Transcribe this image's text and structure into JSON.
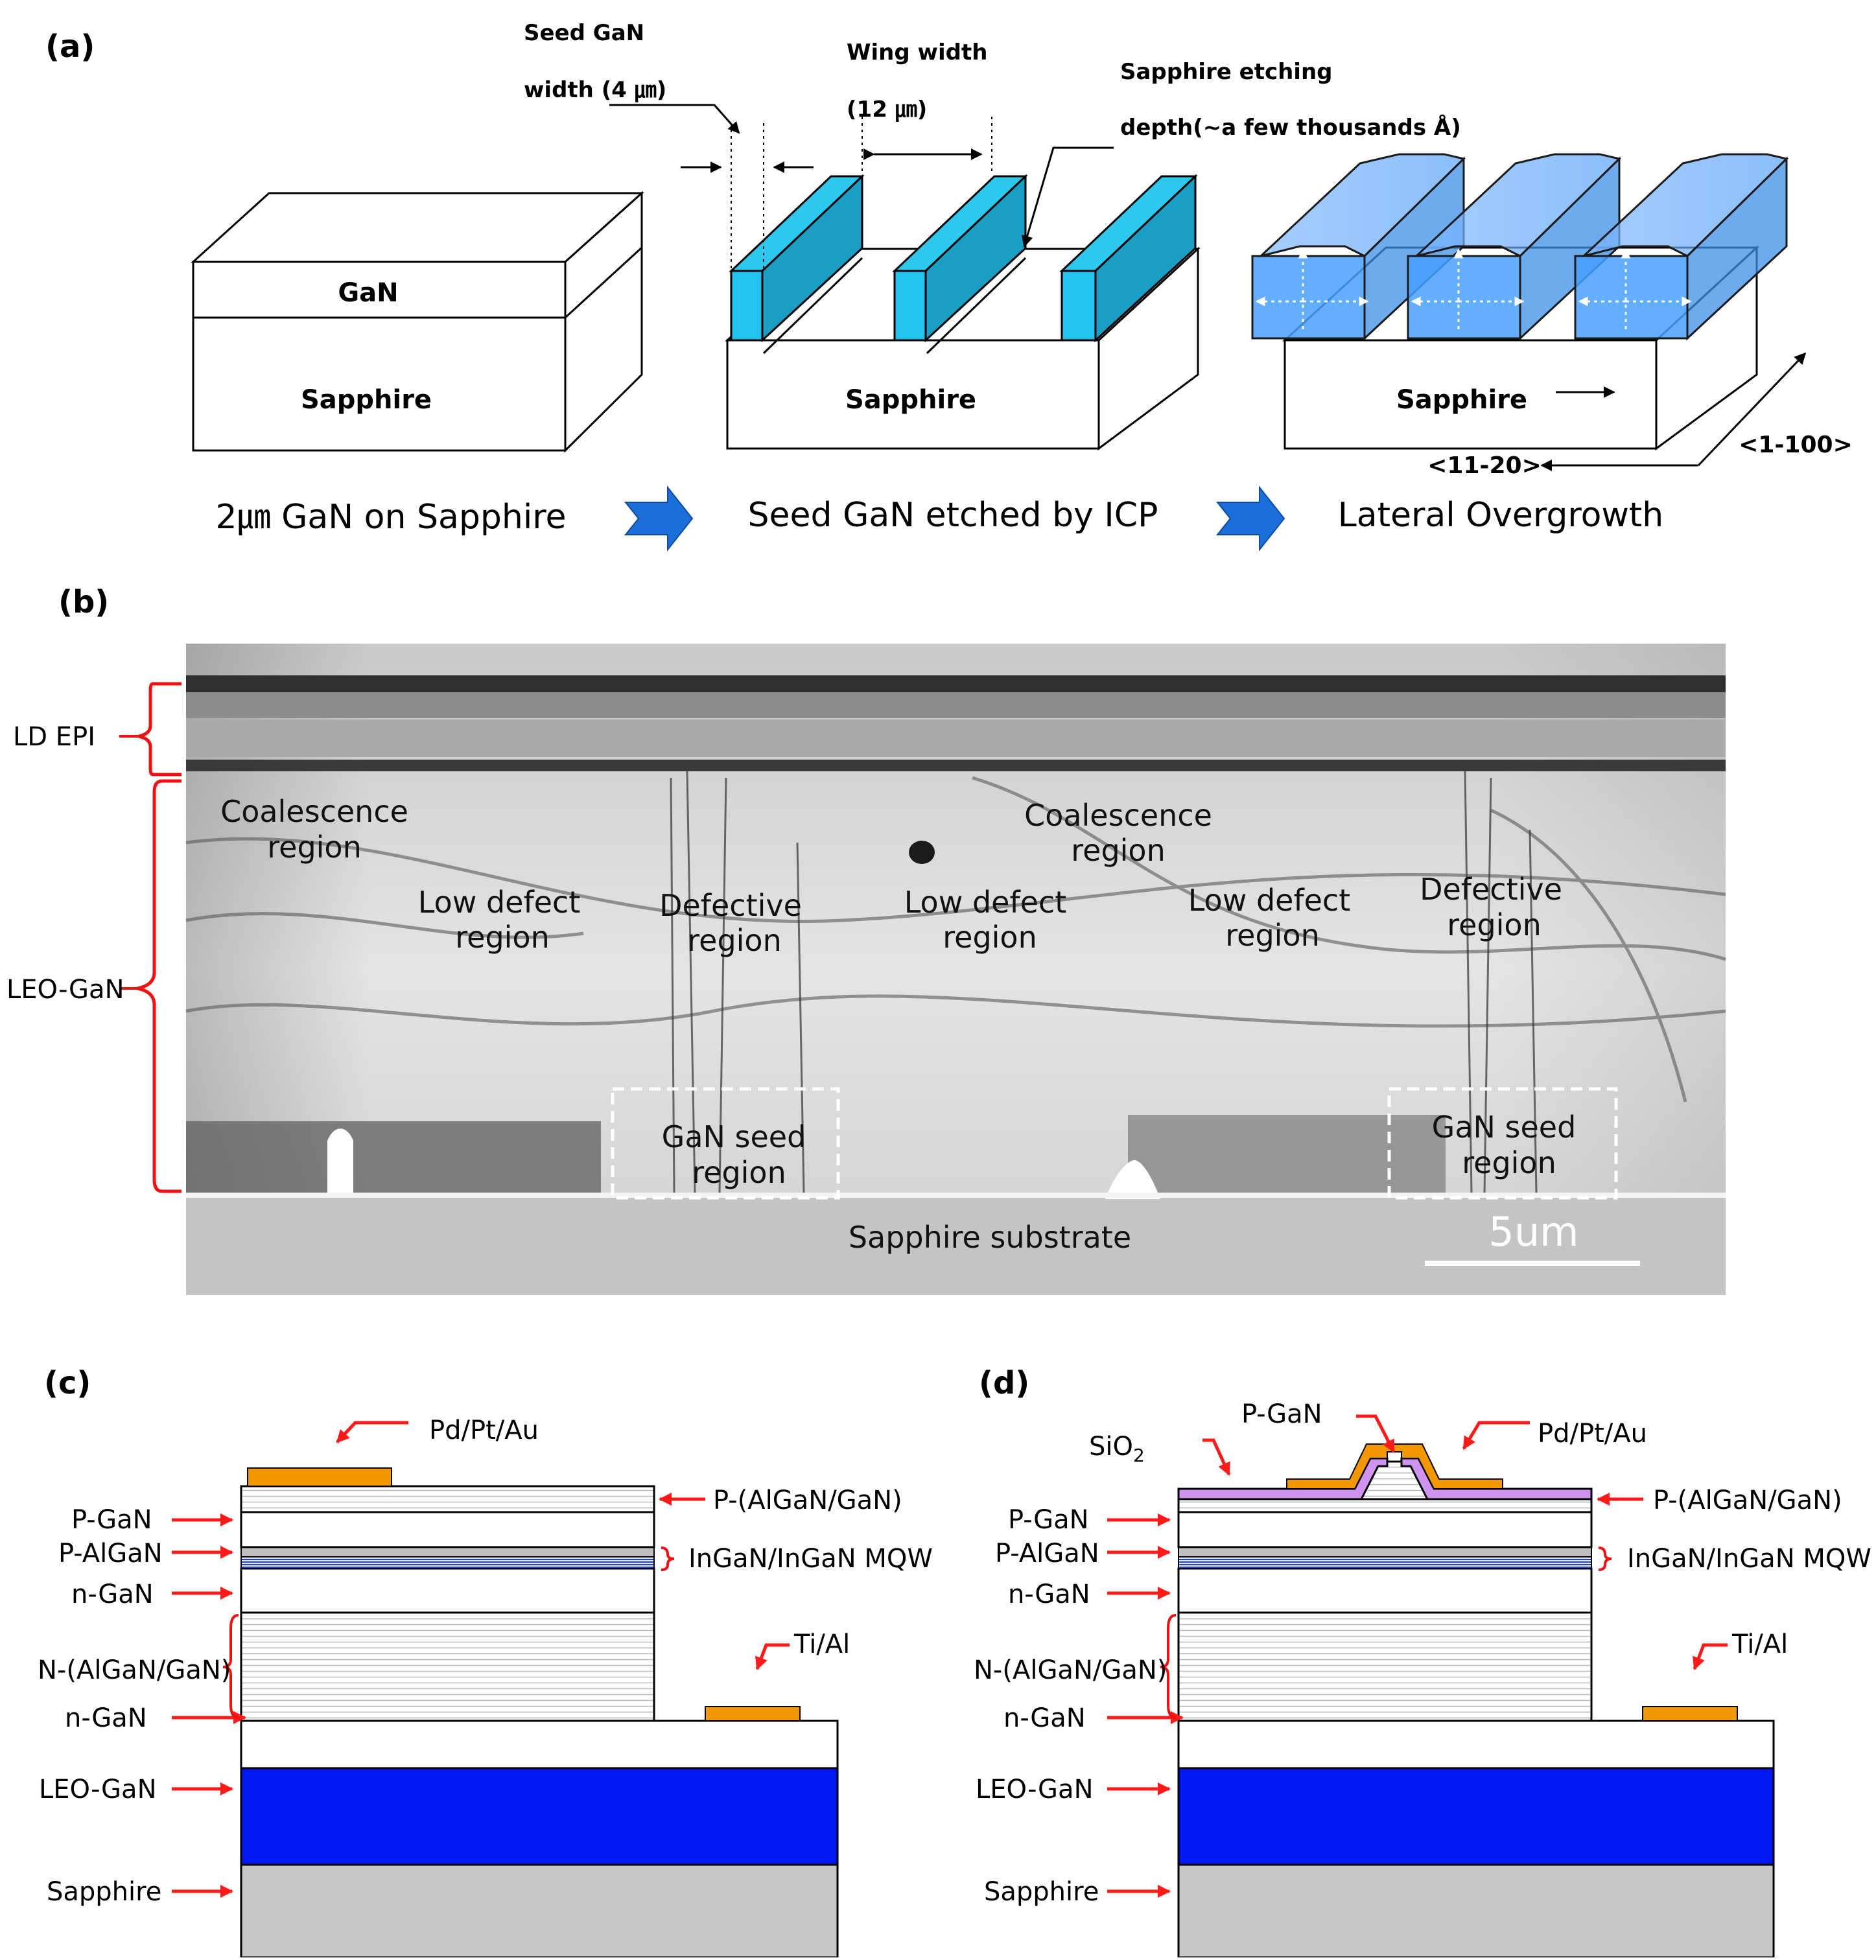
{
  "panel_a": {
    "label": "(a)",
    "seed_width_line1": "Seed GaN",
    "seed_width_line2": "width (4 ㎛)",
    "wing_width_line1": "Wing width",
    "wing_width_line2": "(12 ㎛)",
    "etch_line1": "Sapphire etching",
    "etch_line2": "depth(~a few thousands Å)",
    "block1_gan": "GaN",
    "block_sapphire": "Sapphire",
    "dir_1120": "<11-20>",
    "dir_1100": "<1-100>",
    "step1": "2㎛ GaN on Sapphire",
    "step2": "Seed GaN etched by ICP",
    "step3": "Lateral Overgrowth"
  },
  "panel_b": {
    "label": "(b)",
    "ld_epi": "LD EPI",
    "leo_gan": "LEO-GaN",
    "coal1_l1": "Coalescence",
    "coal1_l2": "region",
    "coal2_l1": "Coalescence",
    "coal2_l2": "region",
    "low1_l1": "Low defect",
    "low1_l2": "region",
    "low2_l1": "Low defect",
    "low2_l2": "region",
    "low3_l1": "Low defect",
    "low3_l2": "region",
    "def1_l1": "Defective",
    "def1_l2": "region",
    "def2_l1": "Defective",
    "def2_l2": "region",
    "seed1_l1": "GaN seed",
    "seed1_l2": "region",
    "seed2_l1": "GaN seed",
    "seed2_l2": "region",
    "substrate": "Sapphire substrate",
    "scale": "5um"
  },
  "panel_c": {
    "label": "(c)",
    "pdptau": "Pd/Pt/Au",
    "p_algan_gan": "P-(AlGaN/GaN)",
    "mqw": "InGaN/InGaN MQW",
    "tial": "Ti/Al",
    "p_gan": "P-GaN",
    "p_algan": "P-AlGaN",
    "n_gan": "n-GaN",
    "n_algan_gan": "N-(AlGaN/GaN)",
    "n_gan2": "n-GaN",
    "leo_gan": "LEO-GaN",
    "sapphire": "Sapphire"
  },
  "panel_d": {
    "label": "(d)",
    "p_gan_top": "P-GaN",
    "sio2_main": "SiO",
    "sio2_sub": "2",
    "pdptau": "Pd/Pt/Au",
    "p_algan_gan": "P-(AlGaN/GaN)",
    "mqw": "InGaN/InGaN MQW",
    "tial": "Ti/Al",
    "p_gan": "P-GaN",
    "p_algan": "P-AlGaN",
    "n_gan": "n-GaN",
    "n_algan_gan": "N-(AlGaN/GaN)",
    "n_gan2": "n-GaN",
    "leo_gan": "LEO-GaN",
    "sapphire": "Sapphire"
  },
  "colors": {
    "contact_orange": "#f39800",
    "leo_blue": "#0018f0",
    "sapphire_gray": "#c6c6c6",
    "seed_cyan": "#20c6ec",
    "sio2_purple": "#cf93f0",
    "arrow_red": "#ff1a1a",
    "bracket_red": "#ee1111",
    "mqw_blue": "#1a3cff"
  }
}
